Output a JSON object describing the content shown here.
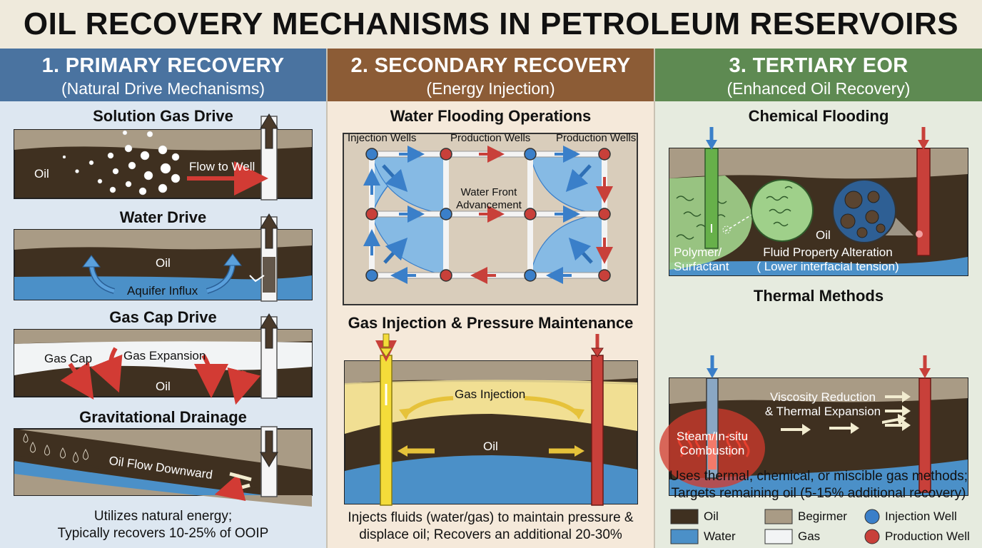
{
  "title": "OIL RECOVERY MECHANISMS IN PETROLEUM RESERVOIRS",
  "colors": {
    "primary_header": "#4a73a0",
    "secondary_header": "#8c5c36",
    "tertiary_header": "#5e8a52",
    "oil": "#3f3020",
    "water": "#4b90c8",
    "rock": "#a99b85",
    "gas": "#f2f4f5",
    "injection_well": "#3a7fc9",
    "production_well": "#c8403a"
  },
  "primary": {
    "heading": "1. PRIMARY RECOVERY",
    "subheading": "(Natural Drive Mechanisms)",
    "solution_gas": {
      "title": "Solution Gas Drive",
      "oil_label": "Oil",
      "flow_label": "Flow to Well"
    },
    "water_drive": {
      "title": "Water Drive",
      "oil_label": "Oil",
      "aquifer_label": "Aquifer Influx"
    },
    "gas_cap": {
      "title": "Gas Cap Drive",
      "gas_cap_label": "Gas Cap",
      "expansion_label": "Gas Expansion",
      "oil_label": "Oil"
    },
    "gravity": {
      "title": "Gravitational Drainage",
      "flow_label": "Oil Flow Downward"
    },
    "footer_line1": "Utilizes natural energy;",
    "footer_line2": "Typically recovers 10-25% of OOIP"
  },
  "secondary": {
    "heading": "2. SECONDARY RECOVERY",
    "subheading": "(Energy Injection)",
    "water_flood": {
      "title": "Water Flooding Operations",
      "injection_label": "Injection Wells",
      "production_label_1": "Production Wells",
      "production_label_2": "Production Wells",
      "front_line1": "Water Front",
      "front_line2": "Advancement"
    },
    "gas_injection": {
      "title": "Gas Injection & Pressure Maintenance",
      "injection_label": "Gas Injection",
      "oil_label": "Oil"
    },
    "footer_line1": "Injects fluids (water/gas) to maintain pressure &",
    "footer_line2": "displace oil; Recovers an additional 20-30%"
  },
  "tertiary": {
    "heading": "3. TERTIARY EOR",
    "subheading": "(Enhanced Oil Recovery)",
    "chemical": {
      "title": "Chemical Flooding",
      "agent_line1": "Polymer/",
      "agent_line2": "Surfactant",
      "oil_label": "Oil",
      "alteration_line1": "Fluid Property Alteration",
      "alteration_line2": "( Lower interfacial tension)"
    },
    "thermal": {
      "title": "Thermal Methods",
      "steam_line1": "Steam/In-situ",
      "steam_line2": "Combustion",
      "effect_line1": "Viscosity Reduction",
      "effect_line2": "& Thermal Expansion"
    },
    "footer_line1": "Uses thermal, chemical, or miscible gas methods;",
    "footer_line2": "Targets remaining oil (5-15% additional recovery)"
  },
  "legend": {
    "oil": "Oil",
    "water": "Water",
    "rock": "Begirmer",
    "gas": "Gas",
    "injection_well": "Injection Well",
    "production_well": "Production Well"
  }
}
